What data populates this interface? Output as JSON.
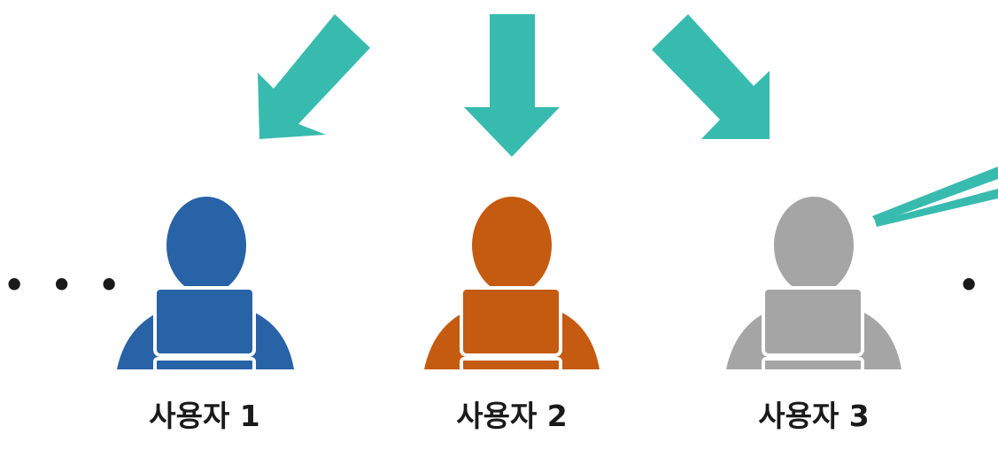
{
  "users": [
    {
      "label": "사용자 1",
      "color": "#2862A7",
      "icon": "user-at-laptop-icon"
    },
    {
      "label": "사용자 2",
      "color": "#C55A11",
      "icon": "user-at-laptop-icon"
    },
    {
      "label": "사용자 3",
      "color": "#A5A5A5",
      "icon": "user-at-laptop-icon"
    }
  ],
  "ellipsis": {
    "left": "• • •",
    "right": "• •"
  },
  "colors": {
    "arrow": "#38BBAF",
    "laptop_outline": "#ffffff"
  }
}
